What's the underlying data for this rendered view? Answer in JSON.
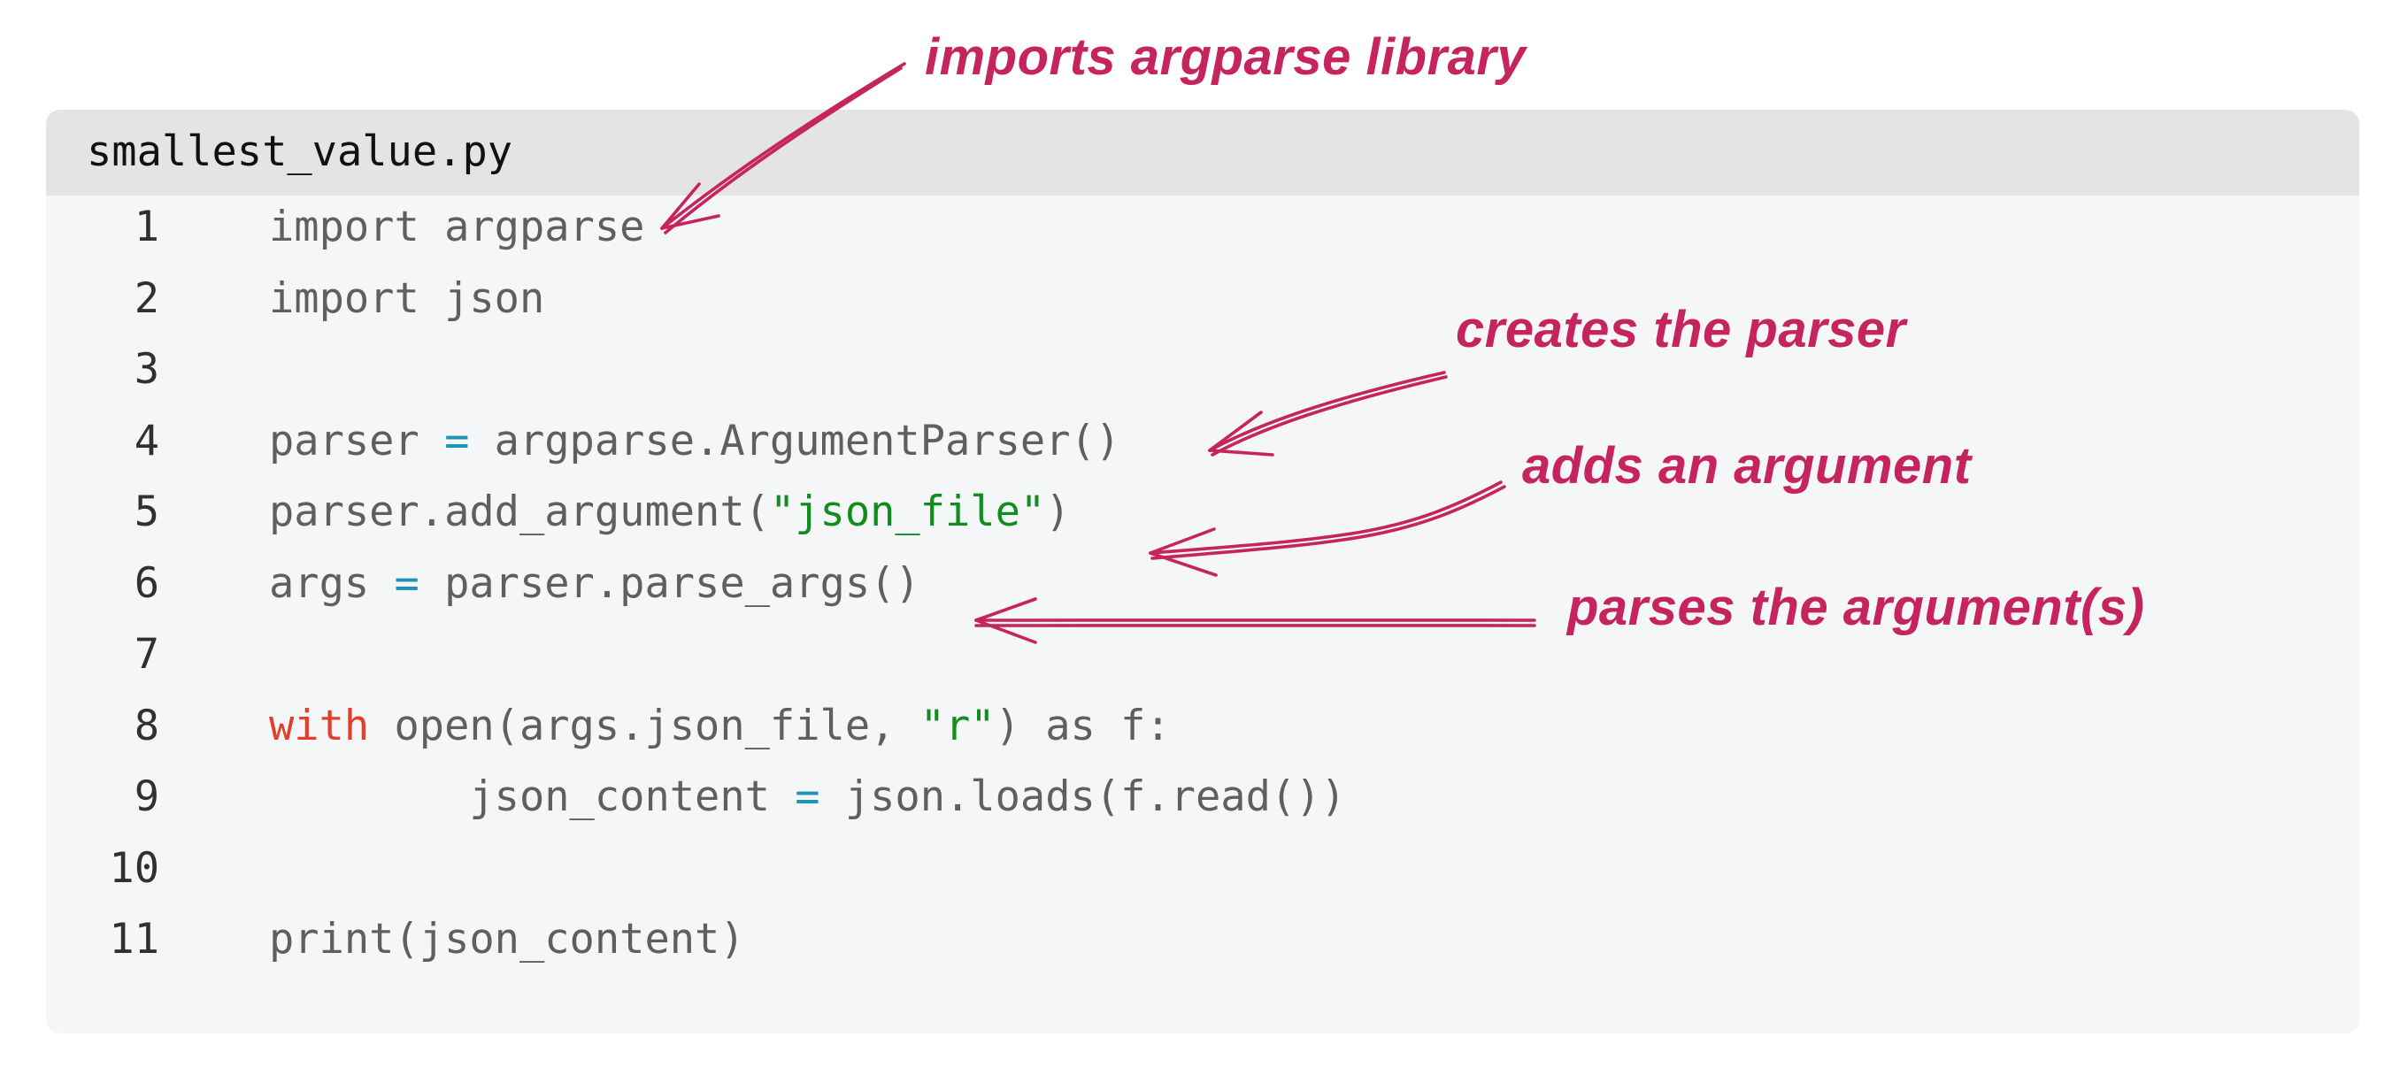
{
  "file": {
    "name": "smallest_value.py"
  },
  "code": {
    "lines": [
      {
        "number": "1",
        "tokens": [
          {
            "text": "import argparse",
            "kind": "plain"
          }
        ]
      },
      {
        "number": "2",
        "tokens": [
          {
            "text": "import json",
            "kind": "plain"
          }
        ]
      },
      {
        "number": "3",
        "tokens": []
      },
      {
        "number": "4",
        "tokens": [
          {
            "text": "parser ",
            "kind": "plain"
          },
          {
            "text": "=",
            "kind": "operator"
          },
          {
            "text": " argparse.ArgumentParser()",
            "kind": "plain"
          }
        ]
      },
      {
        "number": "5",
        "tokens": [
          {
            "text": "parser.add_argument(",
            "kind": "plain"
          },
          {
            "text": "\"json_file\"",
            "kind": "string"
          },
          {
            "text": ")",
            "kind": "plain"
          }
        ]
      },
      {
        "number": "6",
        "tokens": [
          {
            "text": "args ",
            "kind": "plain"
          },
          {
            "text": "=",
            "kind": "operator"
          },
          {
            "text": " parser.parse_args()",
            "kind": "plain"
          }
        ]
      },
      {
        "number": "7",
        "tokens": []
      },
      {
        "number": "8",
        "tokens": [
          {
            "text": "with",
            "kind": "keyword"
          },
          {
            "text": " open(args.json_file, ",
            "kind": "plain"
          },
          {
            "text": "\"r\"",
            "kind": "string"
          },
          {
            "text": ") as f:",
            "kind": "plain"
          }
        ]
      },
      {
        "number": "9",
        "tokens": [
          {
            "text": "        json_content ",
            "kind": "plain"
          },
          {
            "text": "=",
            "kind": "operator"
          },
          {
            "text": " json.loads(f.read())",
            "kind": "plain"
          }
        ]
      },
      {
        "number": "10",
        "tokens": []
      },
      {
        "number": "11",
        "tokens": [
          {
            "text": "print(json_content)",
            "kind": "plain"
          }
        ]
      }
    ]
  },
  "annotations": [
    {
      "id": "imports",
      "text": "imports argparse library"
    },
    {
      "id": "creates",
      "text": "creates the parser"
    },
    {
      "id": "adds",
      "text": "adds an argument"
    },
    {
      "id": "parses",
      "text": "parses the argument(s)"
    }
  ],
  "colors": {
    "annotation": "#c6245c",
    "operator": "#1c95b8",
    "string": "#108d1d",
    "keyword": "#e33e2a",
    "code": "#5f5f5f",
    "line_number": "#303030"
  }
}
